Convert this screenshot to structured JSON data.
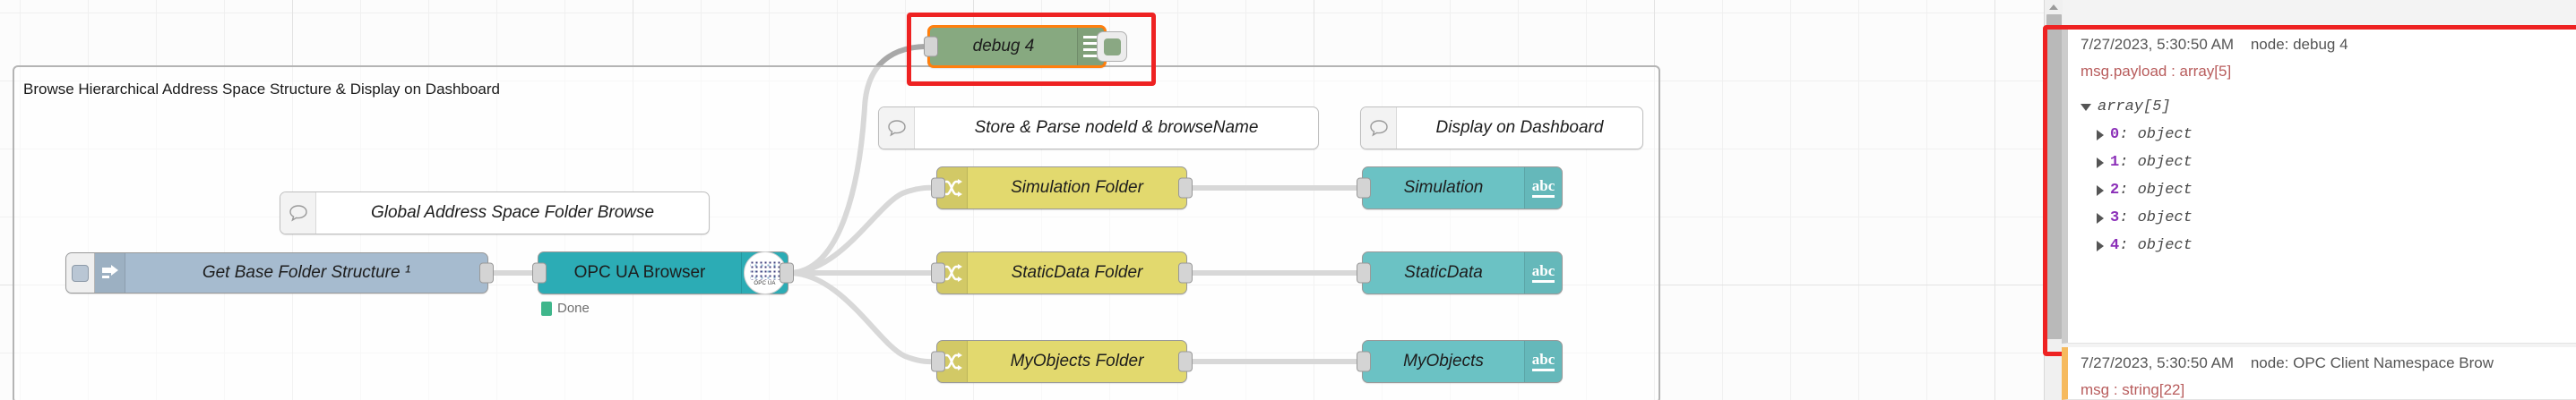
{
  "canvas": {
    "group": {
      "label": "Browse Hierarchical Address Space Structure & Display on Dashboard"
    },
    "comments": [
      {
        "id": "c-global",
        "label": "Global Address Space Folder Browse"
      },
      {
        "id": "c-store",
        "label": "Store & Parse nodeId & browseName"
      },
      {
        "id": "c-display",
        "label": "Display on Dashboard"
      }
    ],
    "inject": {
      "label": "Get Base Folder Structure ¹"
    },
    "opc": {
      "label": "OPC UA Browser",
      "badge": "OPC UA",
      "status": "Done",
      "status_color": "#3fb68b"
    },
    "debug_node": {
      "label": "debug 4",
      "selected_color": "#ff7f0e"
    },
    "switch_nodes": [
      {
        "id": "sw-sim",
        "label": "Simulation Folder"
      },
      {
        "id": "sw-static",
        "label": "StaticData Folder"
      },
      {
        "id": "sw-myobj",
        "label": "MyObjects Folder"
      }
    ],
    "dashboard_nodes": [
      {
        "id": "db-sim",
        "label": "Simulation",
        "icon": "abc"
      },
      {
        "id": "db-static",
        "label": "StaticData",
        "icon": "abc"
      },
      {
        "id": "db-myobj",
        "label": "MyObjects",
        "icon": "abc"
      }
    ],
    "highlight_color": "#ee2222"
  },
  "sidebar": {
    "entries": [
      {
        "id": "entry-debug4",
        "timestamp": "7/27/2023, 5:30:50 AM",
        "node": "node: debug 4",
        "topic": "msg.payload : array[5]",
        "level": "info",
        "tree": {
          "root": "array[5]",
          "items": [
            {
              "index": "0",
              "value": "object"
            },
            {
              "index": "1",
              "value": "object"
            },
            {
              "index": "2",
              "value": "object"
            },
            {
              "index": "3",
              "value": "object"
            },
            {
              "index": "4",
              "value": "object"
            }
          ]
        }
      },
      {
        "id": "entry-opc",
        "timestamp": "7/27/2023, 5:30:50 AM",
        "node": "node: OPC Client Namespace Brow",
        "topic": "msg : string[22]",
        "level": "warn"
      }
    ]
  }
}
